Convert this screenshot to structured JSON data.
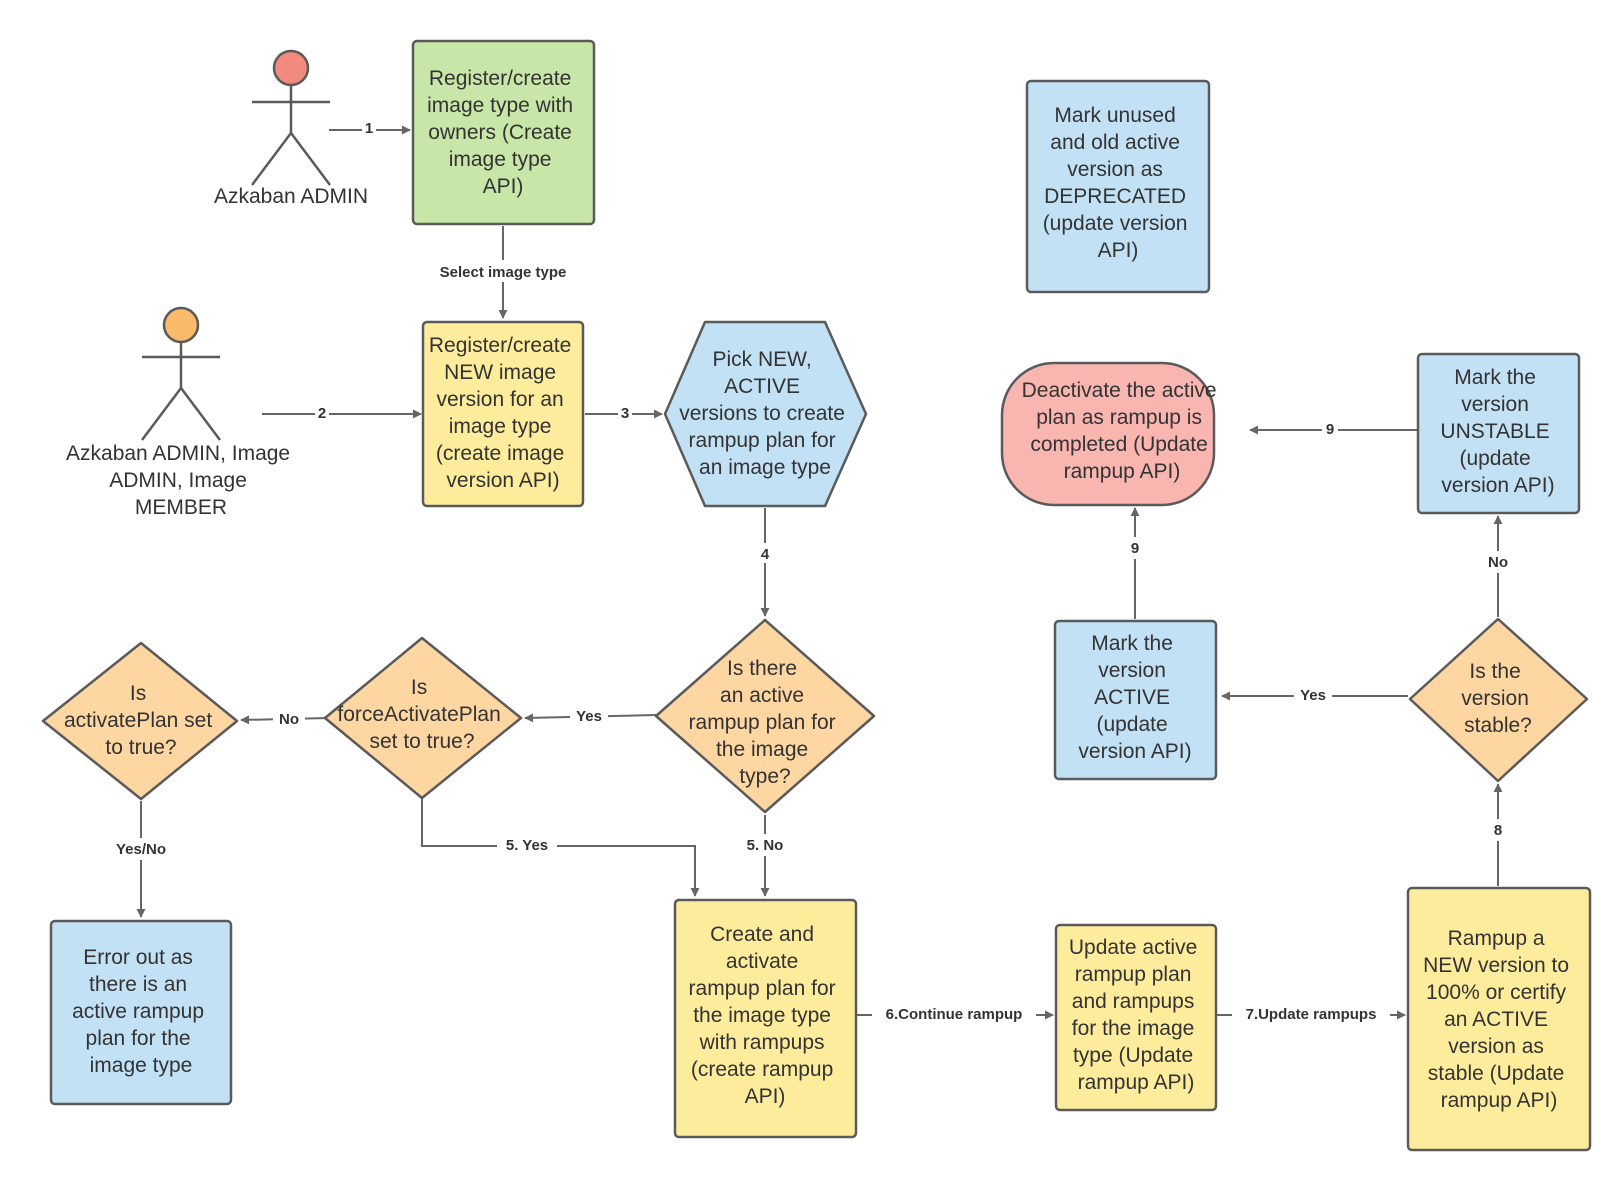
{
  "colors": {
    "green": "#c7e6a8",
    "yellow": "#fdec9c",
    "blue": "#c2e1f5",
    "orange": "#fdd6a2",
    "red": "#f9b5b0",
    "stroke": "#5a5a5a",
    "edge": "#666666",
    "actor_red_head": "#f28a7d",
    "actor_orange_head": "#fbb96a"
  },
  "actors": {
    "admin": {
      "label": [
        "Azkaban ADMIN"
      ]
    },
    "members": {
      "label": [
        "Azkaban ADMIN, Image",
        "ADMIN, Image",
        "MEMBER"
      ]
    }
  },
  "nodes": {
    "register_image_type": {
      "lines": [
        "Register/create",
        "image type with",
        "owners (Create",
        "image type",
        "API)"
      ]
    },
    "register_version": {
      "lines": [
        "Register/create",
        "NEW image",
        "version for an",
        "image type",
        "(create image",
        "version API)"
      ]
    },
    "pick_versions": {
      "lines": [
        "Pick NEW,",
        "ACTIVE",
        "versions to create",
        "rampup plan for",
        "an image type"
      ]
    },
    "active_plan_question": {
      "lines": [
        "Is there",
        "an active",
        "rampup plan for",
        "the image",
        "type?"
      ]
    },
    "force_activate_question": {
      "lines": [
        "Is",
        "forceActivatePlan",
        "set to true?"
      ]
    },
    "activate_plan_question": {
      "lines": [
        "Is",
        "activatePlan set",
        "to true?"
      ]
    },
    "error_out": {
      "lines": [
        "Error out as",
        "there is an",
        "active rampup",
        "plan for the",
        "image type"
      ]
    },
    "create_plan": {
      "lines": [
        "Create and",
        "activate",
        "rampup plan for",
        "the image type",
        "with rampups",
        "(create rampup",
        "API)"
      ]
    },
    "update_plan": {
      "lines": [
        "Update active",
        "rampup plan",
        "and rampups",
        "for the image",
        "type (Update",
        "rampup API)"
      ]
    },
    "rampup_version": {
      "lines": [
        "Rampup a",
        "NEW version to",
        "100% or certify",
        "an ACTIVE",
        "version as",
        "stable (Update",
        "rampup API)"
      ]
    },
    "stable_question": {
      "lines": [
        "Is the",
        "version",
        "stable?"
      ]
    },
    "mark_active": {
      "lines": [
        "Mark the",
        "version",
        "ACTIVE",
        "(update",
        "version API)"
      ]
    },
    "mark_unstable": {
      "lines": [
        "Mark the",
        "version",
        "UNSTABLE",
        "(update",
        "version API)"
      ]
    },
    "deactivate_plan": {
      "lines": [
        "Deactivate the active",
        "plan as rampup is",
        "completed (Update",
        "rampup API)"
      ]
    },
    "mark_deprecated": {
      "lines": [
        "Mark unused",
        "and old active",
        "version as",
        "DEPRECATED",
        "(update version",
        "API)"
      ]
    }
  },
  "edges": {
    "e1": "1",
    "e_select": "Select image type",
    "e2": "2",
    "e3": "3",
    "e4": "4",
    "e_yes_force": "Yes",
    "e_no_activate": "No",
    "e_yes_no": "Yes/No",
    "e5_yes": "5. Yes",
    "e5_no": "5. No",
    "e6": "6.Continue rampup",
    "e7": "7.Update rampups",
    "e8": "8",
    "e_yes_active": "Yes",
    "e_no_unstable": "No",
    "e9_up": "9",
    "e9_left": "9"
  }
}
